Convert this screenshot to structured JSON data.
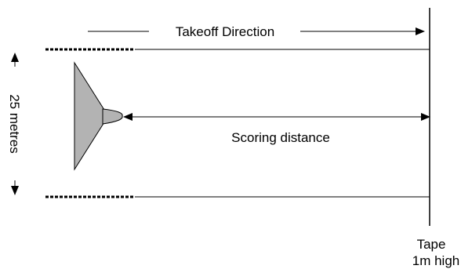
{
  "diagram": {
    "takeoff_direction_label": "Takeoff Direction",
    "width_label": "25 metres",
    "scoring_distance_label": "Scoring distance",
    "tape_label_line1": "Tape",
    "tape_label_line2": "1m high",
    "colors": {
      "ink": "#000000",
      "launcher_fill": "#b3b3b3",
      "background": "#ffffff"
    }
  }
}
